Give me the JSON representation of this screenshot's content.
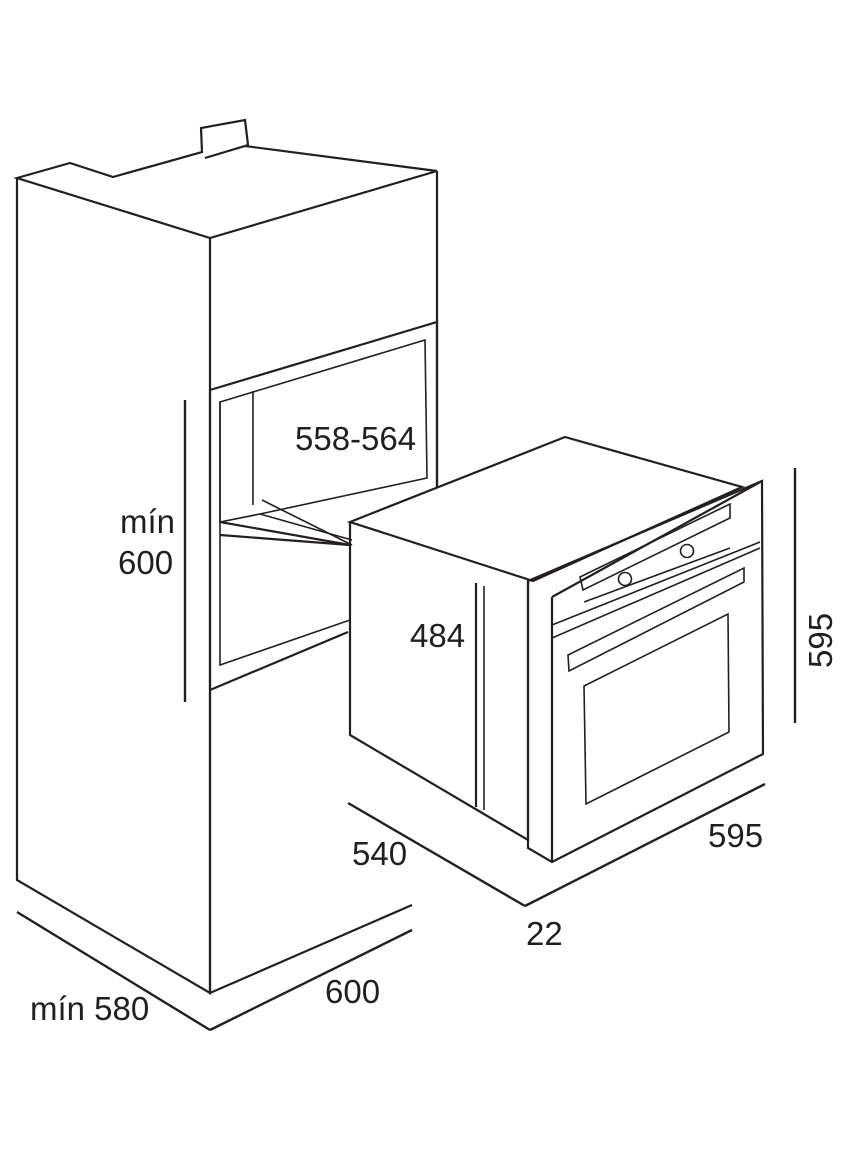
{
  "dimensions": {
    "niche_width": "558-564",
    "niche_height_prefix": "mín",
    "niche_height_value": "600",
    "oven_side_height": "484",
    "oven_depth": "540",
    "oven_height": "595",
    "oven_width": "595",
    "front_panel_thickness": "22",
    "cabinet_depth": "mín 580",
    "cabinet_width": "600"
  }
}
